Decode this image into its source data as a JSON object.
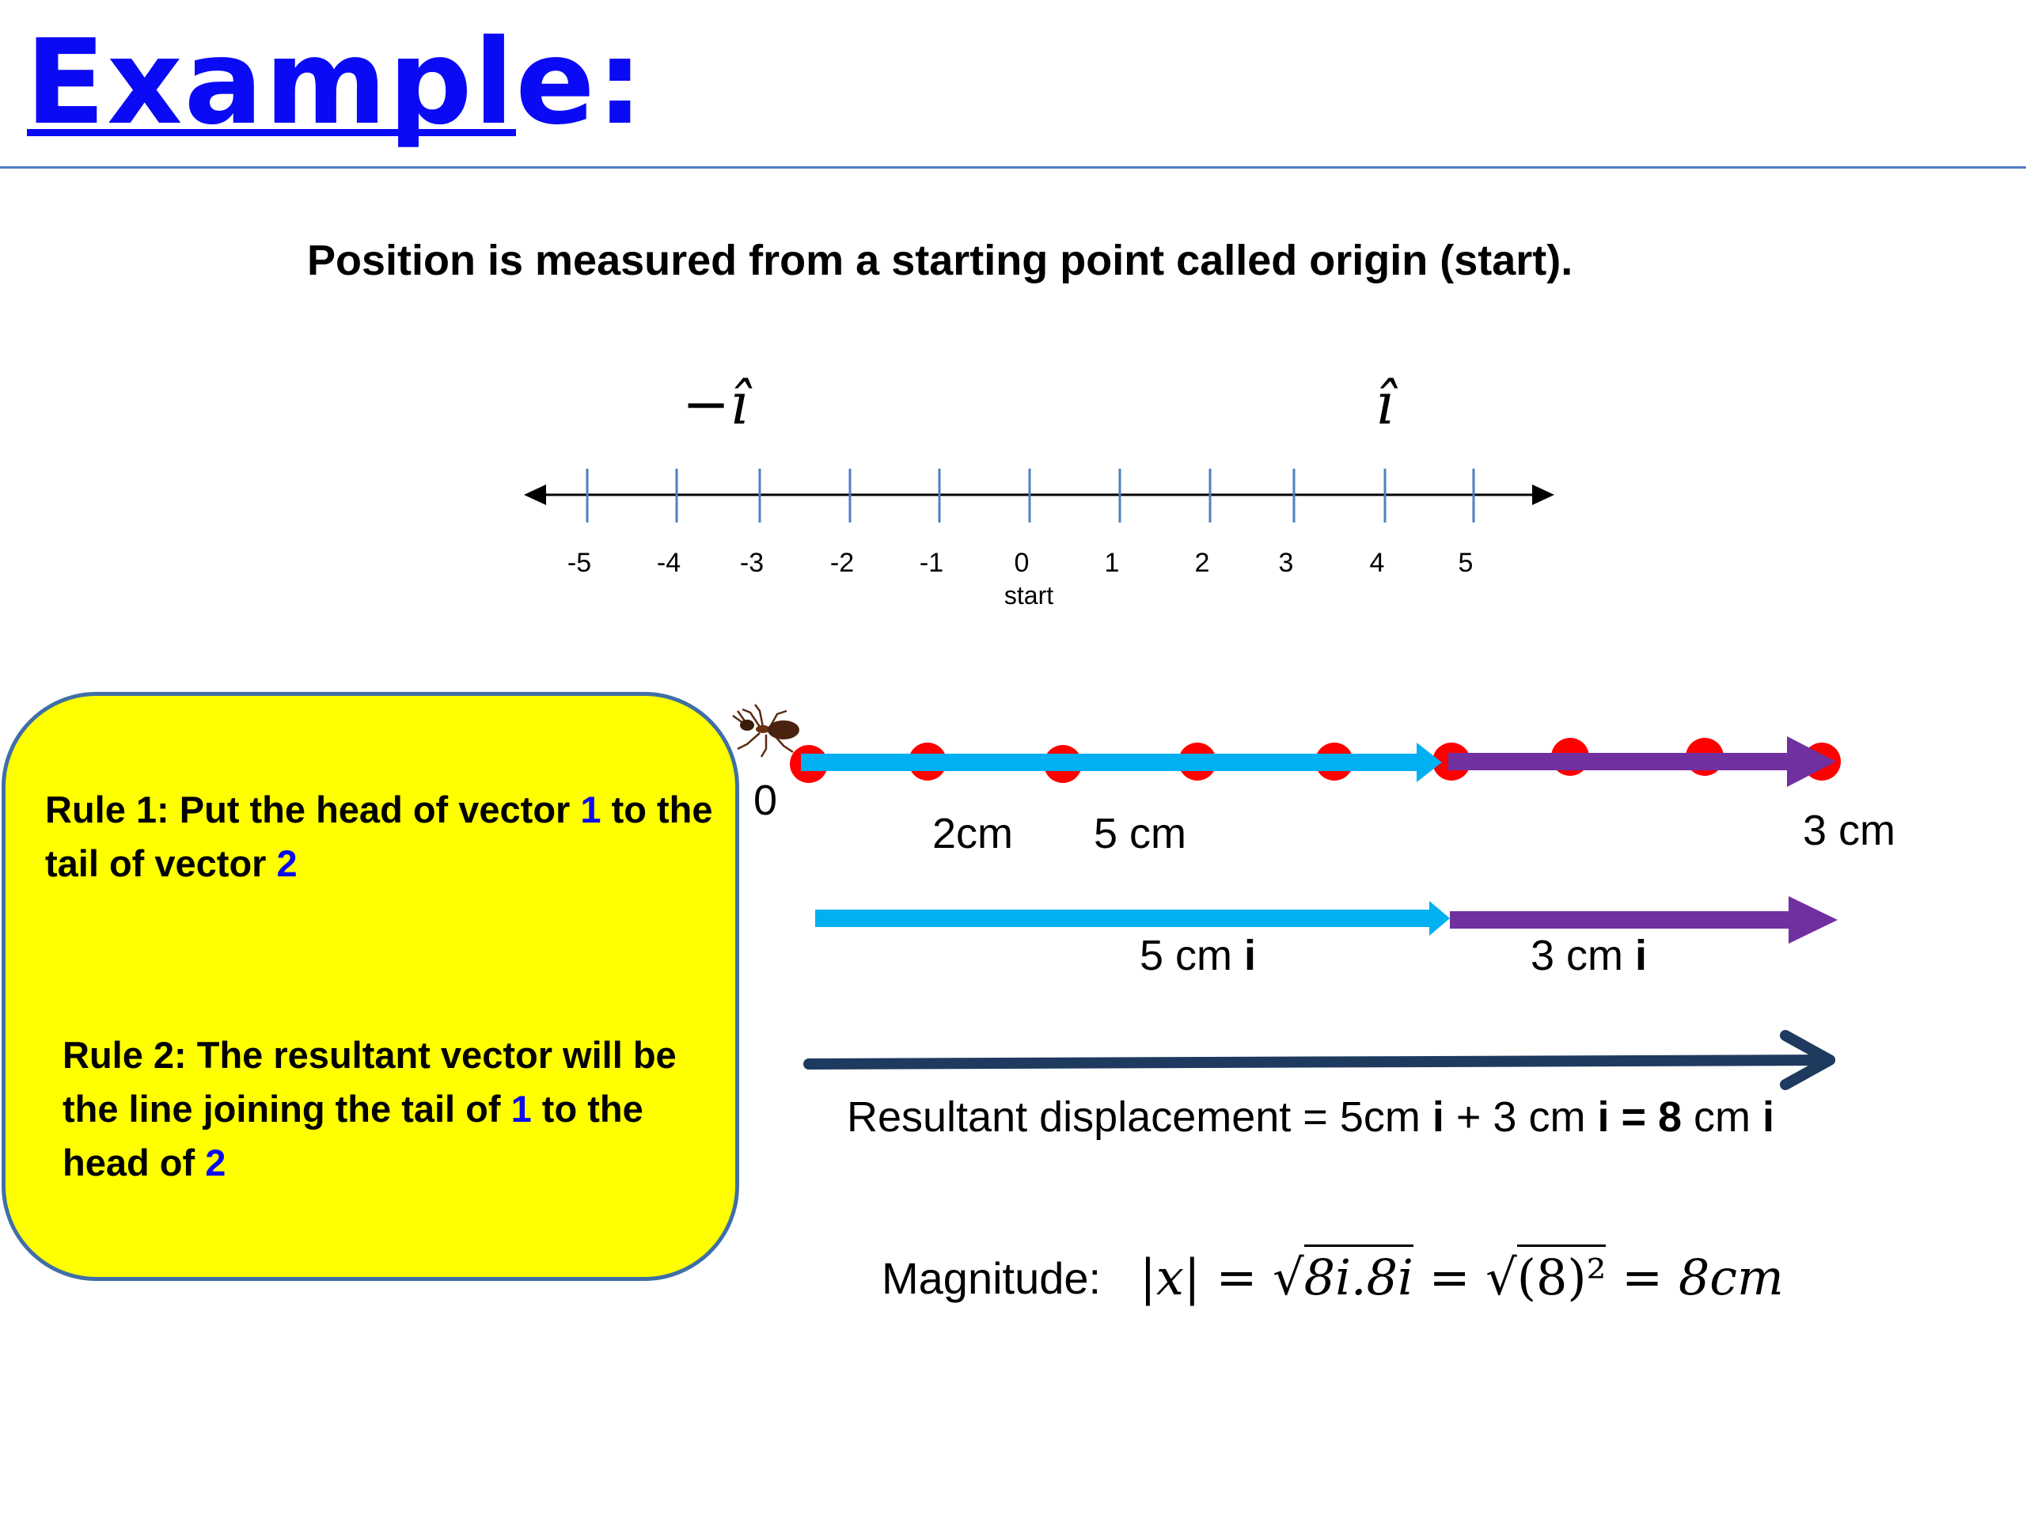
{
  "title": "Example:",
  "subtitle": "Position is measured from a starting point called origin (start).",
  "unit_vectors": {
    "negative": "−î",
    "positive": "î"
  },
  "number_line": {
    "ticks": [
      "-5",
      "-4",
      "-3",
      "-2",
      "-1",
      "0",
      "1",
      "2",
      "3",
      "4",
      "5"
    ],
    "origin_label": "start"
  },
  "rules": {
    "rule1": {
      "before": "Rule 1: Put the head of vector ",
      "n1": "1",
      "mid": " to the tail of vector ",
      "n2": "2"
    },
    "rule2": {
      "before": "Rule 2: The resultant vector will be the line joining the tail of ",
      "n1": "1",
      "mid": " to the head of ",
      "n2": "2"
    }
  },
  "top_diagram": {
    "zero_label": "0",
    "label_2cm": "2cm",
    "label_5cm": "5 cm",
    "label_3cm": "3 cm"
  },
  "second_row": {
    "v1_text": "5 cm ",
    "v1_bold": "i",
    "v2_text": "3 cm ",
    "v2_bold": "i"
  },
  "resultant": {
    "p1": "Resultant displacement = 5cm ",
    "b1": "i",
    "p2": " + 3 cm ",
    "b2": "i = 8",
    "p3": " cm ",
    "b3": "i"
  },
  "magnitude": {
    "label": "Magnitude:",
    "abs": "|x| = ",
    "root1": "8i.8i",
    "eq2": " = ",
    "root2": "(8)²",
    "result": " = 8cm"
  },
  "colors": {
    "title": "#0a0af5",
    "rules_box": "#ffff00",
    "vector1": "#00b0f0",
    "vector2": "#7030a0",
    "resultant": "#1f3a5f",
    "dots": "#ff0000",
    "tick": "#4f7fc4"
  }
}
